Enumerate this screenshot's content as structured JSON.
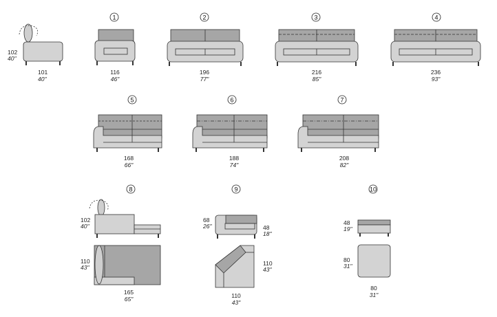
{
  "colors": {
    "upholstery": "#d3d3d3",
    "upholstery_dark": "#a6a6a6",
    "back_cushion": "#9e9e9e",
    "outline": "#333333"
  },
  "modules": [
    {
      "id": "side-view",
      "number": "",
      "width": "101",
      "width_in": "40\"",
      "height": "102",
      "height_in": "40\""
    },
    {
      "id": "m1",
      "number": "1",
      "width": "116",
      "width_in": "46\""
    },
    {
      "id": "m2",
      "number": "2",
      "width": "196",
      "width_in": "77\""
    },
    {
      "id": "m3",
      "number": "3",
      "width": "216",
      "width_in": "85\""
    },
    {
      "id": "m4",
      "number": "4",
      "width": "236",
      "width_in": "93\""
    },
    {
      "id": "m5",
      "number": "5",
      "width": "168",
      "width_in": "66\""
    },
    {
      "id": "m6",
      "number": "6",
      "width": "188",
      "width_in": "74\""
    },
    {
      "id": "m7",
      "number": "7",
      "width": "208",
      "width_in": "82\""
    },
    {
      "id": "m8",
      "number": "8",
      "height": "102",
      "height_in": "40\"",
      "depth": "110",
      "depth_in": "43\"",
      "width": "165",
      "width_in": "65\""
    },
    {
      "id": "m9",
      "number": "9",
      "seat_h": "68",
      "seat_h_in": "26\"",
      "arm_h": "48",
      "arm_h_in": "18\"",
      "depth": "110",
      "depth_in": "43\"",
      "width": "110",
      "width_in": "43\""
    },
    {
      "id": "m10",
      "number": "10",
      "height": "48",
      "height_in": "19\"",
      "depth": "80",
      "depth_in": "31\"",
      "width": "80",
      "width_in": "31\""
    }
  ]
}
